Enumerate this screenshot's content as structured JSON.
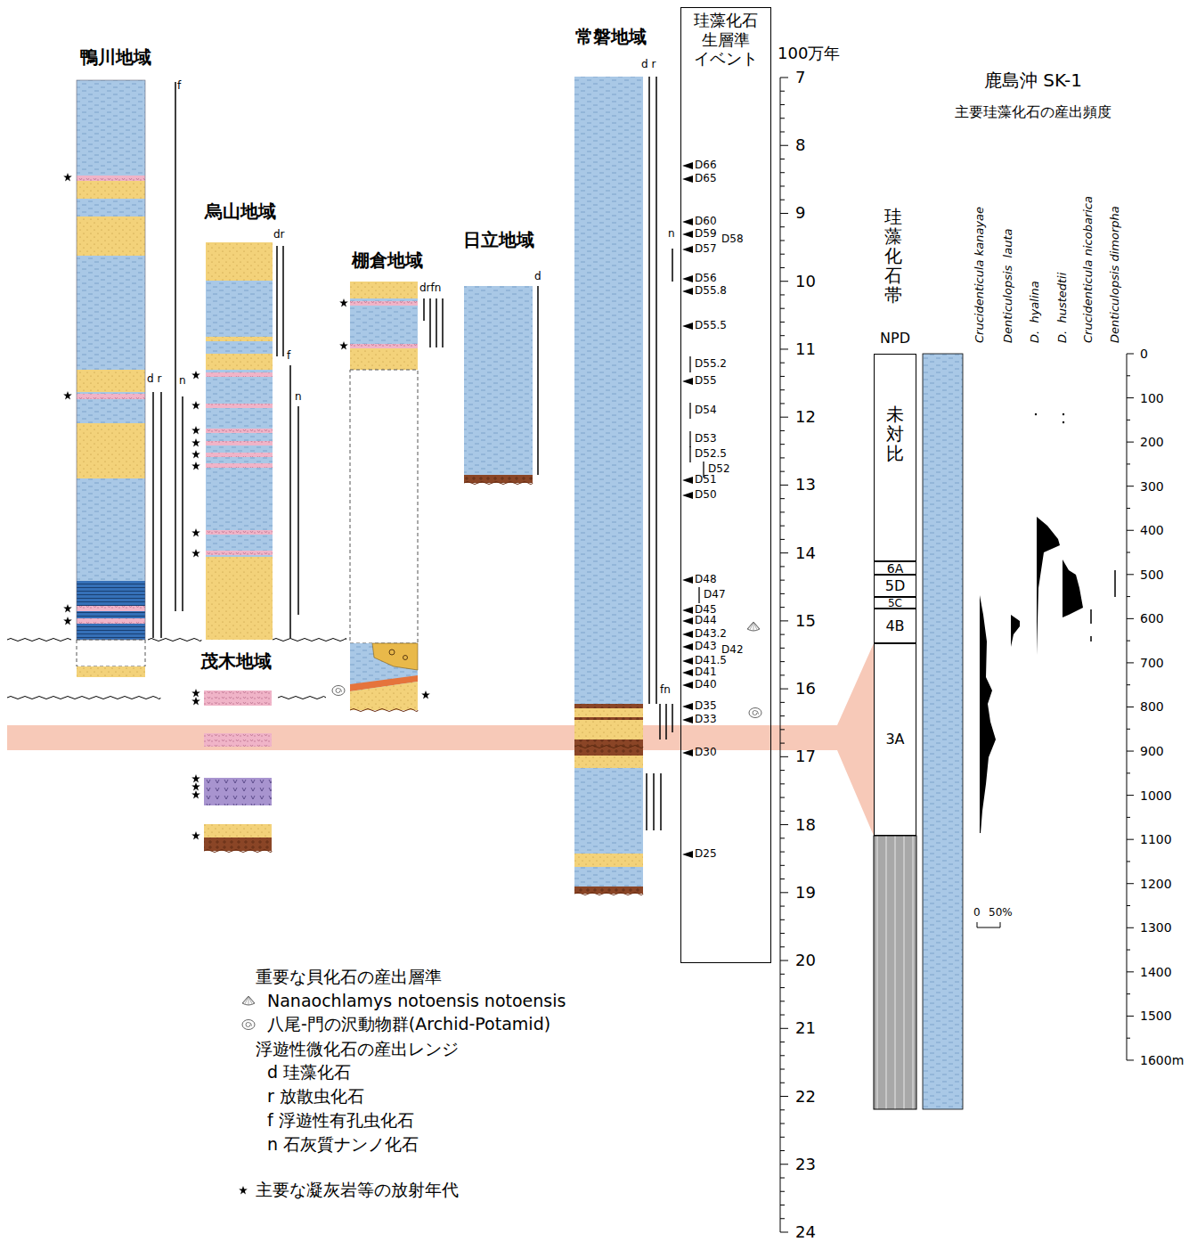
{
  "diagram": {
    "nodes": [
      {
        "text": [
          "珪藻化石 生層準 イベント"
        ]
      },
      {
        "text": [
          "未対比"
        ]
      },
      {
        "text": [
          "6A"
        ]
      },
      {
        "text": [
          "5D"
        ]
      },
      {
        "text": [
          "5C"
        ]
      },
      {
        "text": [
          "4B"
        ]
      },
      {
        "text": [
          "3A"
        ]
      }
    ],
    "labels": [
      "鴨川地域",
      "烏山地域",
      "棚倉地域",
      "日立地域",
      "常磐地域",
      "茂木地域",
      "f",
      "d r",
      "n",
      "dr",
      "f",
      "n",
      "drfn",
      "d",
      "d r",
      "n",
      "fn",
      "100万年",
      "7",
      "8",
      "9",
      "10",
      "11",
      "12",
      "13",
      "14",
      "15",
      "16",
      "17",
      "18",
      "19",
      "20",
      "21",
      "22",
      "23",
      "24",
      "D66",
      "D65",
      "D60",
      "D59",
      "D58",
      "D57",
      "D56",
      "D55.8",
      "D55.5",
      "D55.2",
      "D55",
      "D54",
      "D53",
      "D52.5",
      "D52",
      "D51",
      "D50",
      "D48",
      "D47",
      "D45",
      "D44",
      "D43.2",
      "D43",
      "D42",
      "D41.5",
      "D41",
      "D40",
      "D35",
      "D33",
      "D30",
      "D25",
      "鹿島沖 SK-1",
      "主要珪藻化石の産出頻度",
      "珪藻化石帯",
      "NPD",
      "Crucidenticula kanayae",
      "Denticulopsis  lauta",
      "D.  hyalina",
      "D.  hustedtii",
      "Crucidenticula nicobarica",
      "Denticulopsis dimorpha",
      "0",
      "100",
      "200",
      "300",
      "400",
      "500",
      "600",
      "700",
      "800",
      "900",
      "1000",
      "1100",
      "1200",
      "1300",
      "1400",
      "1500",
      "1600m",
      "0",
      "50%",
      "重要な貝化石の産出層準",
      "浮遊性微化石の産出レンジ"
    ],
    "legend": [
      {
        "text": "Nanaochlamys notoensis notoensis"
      },
      {
        "text": "八尾-門の沢動物群(Archid-Potamid)"
      },
      {
        "text": "d 珪藻化石"
      },
      {
        "text": "r 放散虫化石"
      },
      {
        "text": "f 浮遊性有孔虫化石"
      },
      {
        "text": "n 石灰質ナンノ化石"
      },
      {
        "text": "主要な凝灰岩等の放射年代"
      }
    ]
  }
}
